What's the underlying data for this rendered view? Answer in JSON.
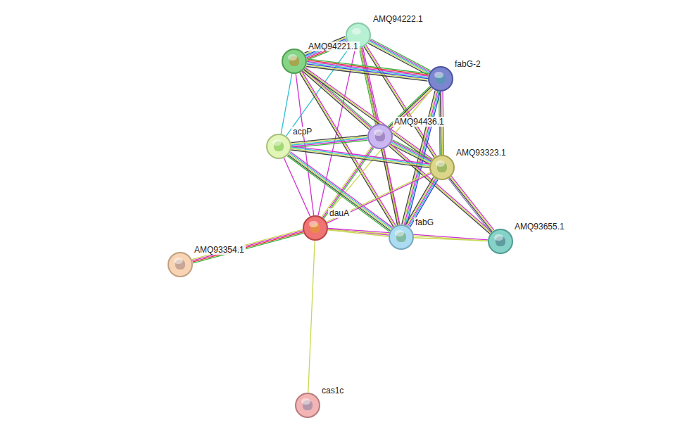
{
  "diagram": {
    "nodes": [
      {
        "text": [
          "AMQ94222.1"
        ]
      },
      {
        "text": [
          "AMQ94221.1"
        ]
      },
      {
        "text": [
          "fabG-2"
        ]
      },
      {
        "text": [
          "AMQ94436.1"
        ]
      },
      {
        "text": [
          "acpP"
        ]
      },
      {
        "text": [
          "AMQ93323.1"
        ]
      },
      {
        "text": [
          "dauA"
        ]
      },
      {
        "text": [
          "fabG"
        ]
      },
      {
        "text": [
          "AMQ93655.1"
        ]
      },
      {
        "text": [
          "AMQ93354.1"
        ]
      },
      {
        "text": [
          "cas1c"
        ]
      }
    ],
    "edges": [
      {
        "from": 0,
        "to": 1,
        "arrow": "none"
      },
      {
        "from": 0,
        "to": 2,
        "arrow": "none"
      },
      {
        "from": 0,
        "to": 3,
        "arrow": "none"
      },
      {
        "from": 0,
        "to": 4,
        "arrow": "none"
      },
      {
        "from": 0,
        "to": 5,
        "arrow": "none"
      },
      {
        "from": 0,
        "to": 6,
        "arrow": "none"
      },
      {
        "from": 0,
        "to": 7,
        "arrow": "none"
      },
      {
        "from": 1,
        "to": 2,
        "arrow": "none"
      },
      {
        "from": 1,
        "to": 3,
        "arrow": "none"
      },
      {
        "from": 1,
        "to": 4,
        "arrow": "none"
      },
      {
        "from": 1,
        "to": 5,
        "arrow": "none"
      },
      {
        "from": 1,
        "to": 6,
        "arrow": "none"
      },
      {
        "from": 1,
        "to": 7,
        "arrow": "none"
      },
      {
        "from": 2,
        "to": 3,
        "arrow": "none"
      },
      {
        "from": 2,
        "to": 5,
        "arrow": "none"
      },
      {
        "from": 2,
        "to": 6,
        "arrow": "none"
      },
      {
        "from": 2,
        "to": 7,
        "arrow": "none"
      },
      {
        "from": 3,
        "to": 4,
        "arrow": "none"
      },
      {
        "from": 3,
        "to": 5,
        "arrow": "none"
      },
      {
        "from": 3,
        "to": 6,
        "arrow": "none"
      },
      {
        "from": 3,
        "to": 7,
        "arrow": "none"
      },
      {
        "from": 3,
        "to": 8,
        "arrow": "none"
      },
      {
        "from": 4,
        "to": 5,
        "arrow": "none"
      },
      {
        "from": 4,
        "to": 6,
        "arrow": "none"
      },
      {
        "from": 4,
        "to": 7,
        "arrow": "none"
      },
      {
        "from": 5,
        "to": 6,
        "arrow": "none"
      },
      {
        "from": 5,
        "to": 7,
        "arrow": "none"
      },
      {
        "from": 5,
        "to": 8,
        "arrow": "none"
      },
      {
        "from": 6,
        "to": 7,
        "arrow": "none"
      },
      {
        "from": 6,
        "to": 8,
        "arrow": "none"
      },
      {
        "from": 6,
        "to": 9,
        "arrow": "none"
      },
      {
        "from": 6,
        "to": 10,
        "arrow": "none"
      },
      {
        "from": 7,
        "to": 8,
        "arrow": "none"
      }
    ]
  }
}
